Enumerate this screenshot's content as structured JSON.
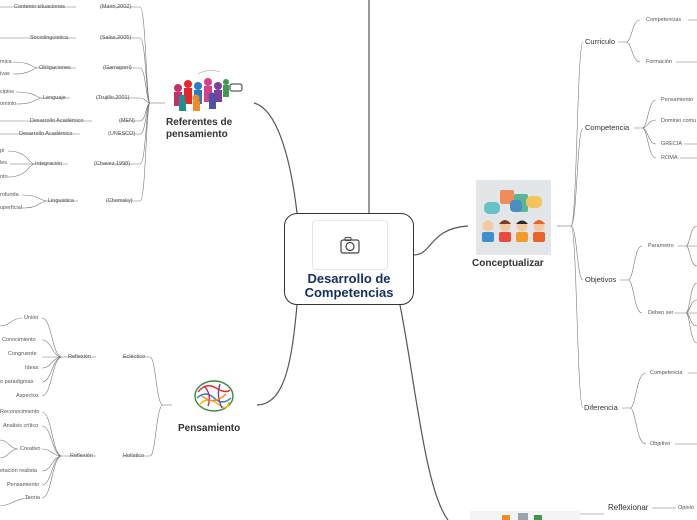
{
  "central": {
    "title_line1": "Desarrollo de",
    "title_line2": "Competencias",
    "image_icon": "camera-icon"
  },
  "topics": {
    "referentes": {
      "line1": "Referentes de",
      "line2": "pensamiento"
    },
    "pensamiento": {
      "label": "Pensamiento"
    },
    "conceptualizar": {
      "label": "Conceptualizar"
    },
    "reflexionar": {
      "label": "Reflexionar"
    }
  },
  "referentes": {
    "contexto": "Contexto situaciones",
    "contexto_author": "(Marin,2002)",
    "socio": "Sociolinguistica",
    "socio_author": "(Salas,2005)",
    "oblig": "Obligaciones",
    "oblig_author": "(Garragorri)",
    "oblig_c1": "mica",
    "oblig_c2": "ivas",
    "lenguaje": "Lenguaje",
    "lenguaje_author": "(Trujillo,2001)",
    "lenguaje_c1": "cipios",
    "lenguaje_c2": "ominio",
    "des1": "Desarrollo Académico",
    "des1_author": "(MEN)",
    "des2": "Desarrollo Académico",
    "des2_author": "(UNESCO)",
    "integracion": "Integración",
    "integracion_author": "(Chavez,1998)",
    "integ_c1": "pi",
    "integ_c2": "les",
    "integ_c3": "nto",
    "linguistica": "Linguistica",
    "linguistica_author": "(Chomsky)",
    "ling_c1": "rofunda",
    "ling_c2": "uperficial"
  },
  "pensamiento": {
    "eclectico": "Ecléctico",
    "reflexion1": "Reflexión",
    "union": "Unión",
    "conocimiento": "Conocimiento",
    "congruente": "Congruente",
    "ideas": "Ideas",
    "paradigmas": "o paradigmas",
    "aspectos": "Aspectos",
    "holistico": "Holístico",
    "reflexion2": "Reflexión",
    "reconocimiento": "Reconocimiento",
    "analisis": "Analisis crítico",
    "creativo": "Creativo",
    "realista": "etación realista",
    "pensamiento_leaf": "Pensamiento",
    "teoria": "Teoria"
  },
  "conceptualizar": {
    "curriculo": "Curriculo",
    "competencias_leaf": "Competencias",
    "formacion": "Formación",
    "competencia": "Competencia",
    "pensamiento_leaf": "Pensamiento",
    "dominio": "Dominio comu",
    "grecia": "GRECIA",
    "roma": "ROMA",
    "objetivos": "Objetivos",
    "parametro": "Parametro",
    "deben_ser": "Deben ser",
    "diferencia": "Diferencia",
    "competencia_leaf": "Competencia",
    "objetivo_leaf": "Objetivo"
  },
  "reflexionar": {
    "child": "Opinió"
  }
}
